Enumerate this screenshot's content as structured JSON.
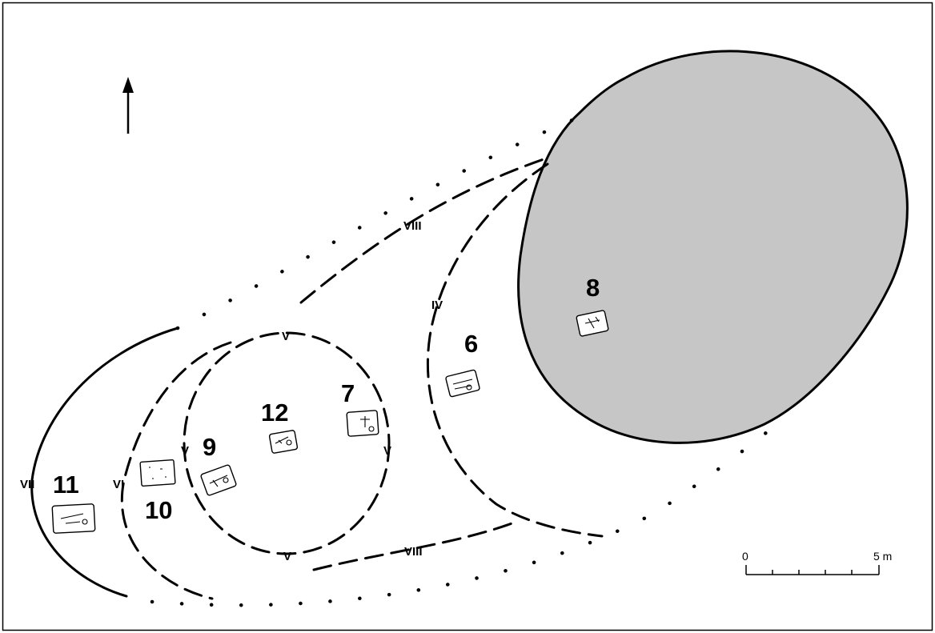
{
  "ditch_labels": {
    "viii_top": "VIII",
    "viii_bottom": "VIII",
    "iv": "IV",
    "v_top": "V",
    "v_left": "V",
    "v_right": "V",
    "v_bottom": "V",
    "vi": "VI",
    "vii": "VII"
  },
  "grave_labels": {
    "g6": "6",
    "g7": "7",
    "g8": "8",
    "g9": "9",
    "g10": "10",
    "g11": "11",
    "g12": "12"
  },
  "scale_bar": {
    "start_label": "0",
    "end_label": "5 m"
  },
  "colors": {
    "mound_fill": "#c6c6c6",
    "line": "#000000",
    "background": "#ffffff"
  },
  "icons": {
    "north_arrow": "north-arrow-icon"
  }
}
